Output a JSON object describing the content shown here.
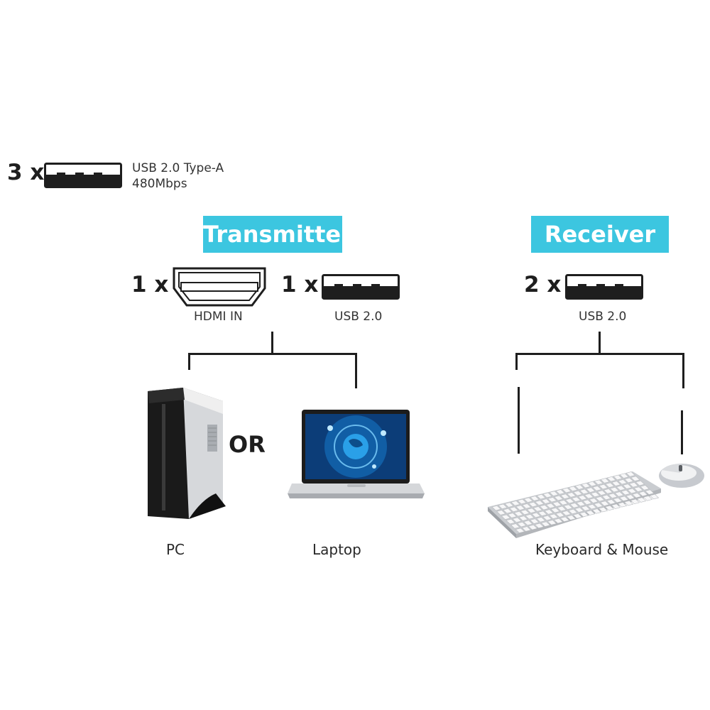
{
  "legend": {
    "count": "3 x",
    "line1": "USB 2.0 Type-A",
    "line2": "480Mbps",
    "icon": "usb-a-port-icon"
  },
  "transmitter": {
    "title": "Transmitter",
    "hdmi_count": "1 x",
    "hdmi_label": "HDMI IN",
    "usb_count": "1 x",
    "usb_label": "USB 2.0",
    "or_label": "OR",
    "pc_label": "PC",
    "laptop_label": "Laptop"
  },
  "receiver": {
    "title": "Receiver",
    "usb_count": "2 x",
    "usb_label": "USB 2.0",
    "device_label": "Keyboard & Mouse"
  },
  "colors": {
    "banner": "#3cc6e0",
    "port": "#1e1e1e"
  }
}
